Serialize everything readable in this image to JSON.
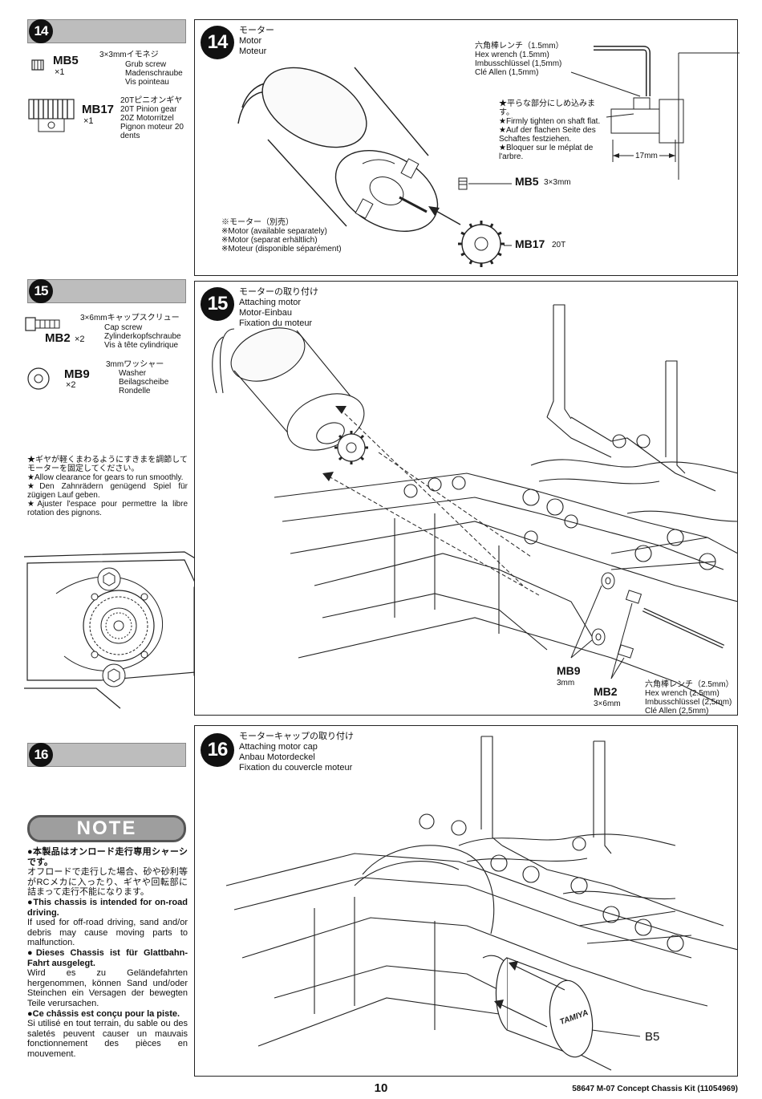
{
  "steps": {
    "s14": {
      "number": "14",
      "parts": [
        {
          "code": "MB5",
          "qty": "×1",
          "desc_jp": "3×3mmイモネジ",
          "desc": "Grub screw\nMadenschraube\nVis pointeau"
        },
        {
          "code": "MB17",
          "qty": "×1",
          "desc_jp": "20Tピニオンギヤ",
          "desc": "20T Pinion gear\n20Z Motorritzel\nPignon moteur 20\ndents"
        }
      ],
      "title_jp": "モーター",
      "title_en": "Motor",
      "title_fr": "Moteur",
      "wrench_label": "六角棒レンチ（1.5mm）\nHex wrench (1.5mm)\nImbusschlüssel (1,5mm)\nClé Allen (1,5mm)",
      "tighten_note": "★平らな部分にしめ込みます。\n★Firmly tighten on shaft flat.\n★Auf der flachen Seite des\nSchaftes festziehen.\n★Bloquer sur le méplat de\nl'arbre.",
      "dimension": "17mm",
      "motor_note": "※モーター（別売）\n※Motor (available separately)\n※Motor (separat erhältlich)\n※Moteur (disponible séparément)",
      "callout_mb5": "MB5",
      "callout_mb5_size": "3×3mm",
      "callout_mb17": "MB17",
      "callout_mb17_size": "20T"
    },
    "s15": {
      "number": "15",
      "parts": [
        {
          "code": "MB2",
          "qty": "×2",
          "desc_jp": "3×6mmキャップスクリュー",
          "desc": "Cap screw\nZylinderkopfschraube\nVis à tête cylindrique"
        },
        {
          "code": "MB9",
          "qty": "×2",
          "desc_jp": "3mmワッシャー",
          "desc": "Washer\nBeilagscheibe\nRondelle"
        }
      ],
      "gear_note": "★ギヤが軽くまわるようにすきまを調節してモーターを固定してください。\n★Allow clearance for gears to run smoothly.\n★Den Zahnrädern genügend Spiel für zügigen Lauf geben.\n★Ajuster l'espace pour permettre la libre rotation des pignons.",
      "title_jp": "モーターの取り付け",
      "title_en": "Attaching motor",
      "title_de": "Motor-Einbau",
      "title_fr": "Fixation du moteur",
      "callout_mb9": "MB9",
      "callout_mb9_size": "3mm",
      "callout_mb2": "MB2",
      "callout_mb2_size": "3×6mm",
      "wrench_label": "六角棒レンチ（2.5mm）\nHex wrench (2.5mm)\nImbusschlüssel (2,5mm)\nClé Allen (2,5mm)"
    },
    "s16": {
      "number": "16",
      "title_jp": "モーターキャップの取り付け",
      "title_en": "Attaching motor cap",
      "title_de": "Anbau Motordeckel",
      "title_fr": "Fixation du couvercle moteur",
      "callout_b5": "B5",
      "cap_logo": "TAMIYA"
    }
  },
  "note": {
    "heading": "NOTE",
    "jp_bold": "●本製品はオンロード走行専用シャーシです。",
    "jp": "オフロードで走行した場合、砂や砂利等がRCメカに入ったり、ギヤや回転部に詰まって走行不能になります。",
    "en_bold": "●This chassis is intended for on-road driving.",
    "en": "If used for off-road driving, sand and/or debris may cause moving parts to malfunction.",
    "de_bold": "●Dieses Chassis ist für Glattbahn-Fahrt ausgelegt.",
    "de": "Wird es zu Geländefahrten hergenommen, können Sand und/oder Steinchen ein Versagen der bewegten Teile verursachen.",
    "fr_bold": "●Ce châssis est conçu pour la piste.",
    "fr": "Si utilisé en tout terrain, du sable ou des saletés peuvent causer un mauvais fonctionnement des pièces en mouvement."
  },
  "footer": {
    "page": "10",
    "doc": "58647 M-07 Concept Chassis Kit (11054969)"
  }
}
